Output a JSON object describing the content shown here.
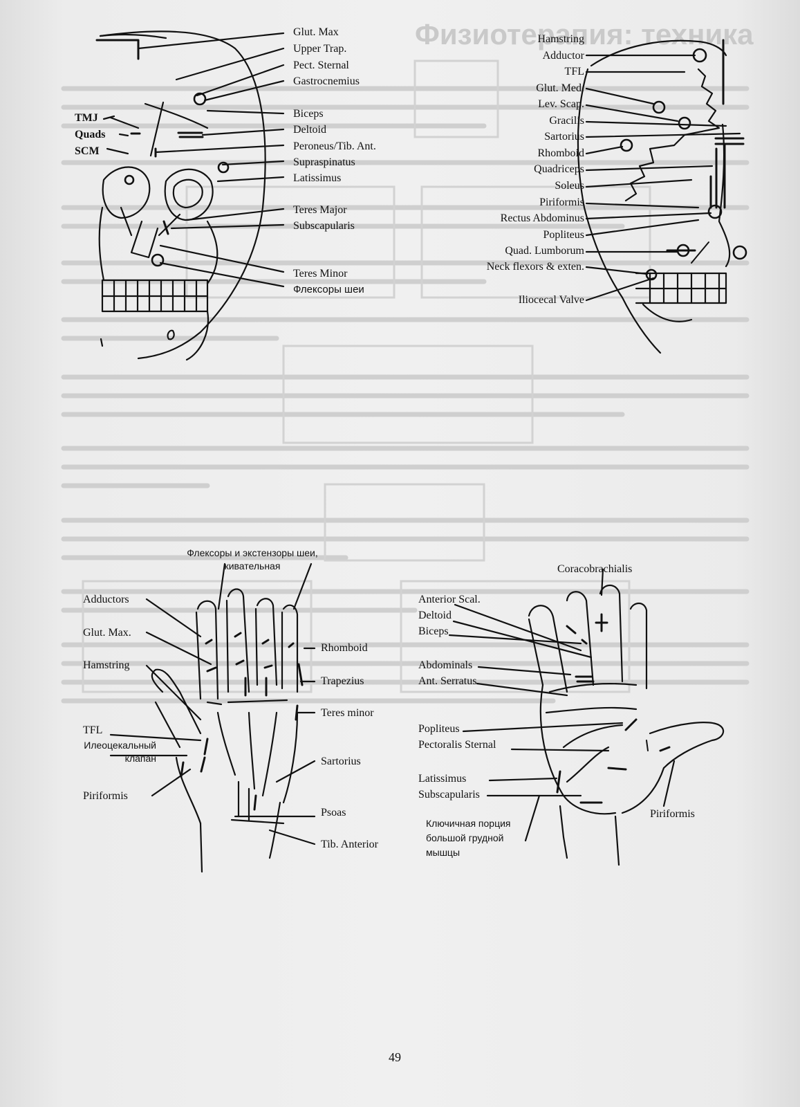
{
  "ghost_title": "Физиотерапия: техника",
  "skull_front": {
    "labels_right": [
      "Glut. Max",
      "Upper Trap.",
      "Pect. Sternal",
      "Gastrocnemius",
      "Biceps",
      "Deltoid",
      "Peroneus/Tib. Ant.",
      "Supraspinatus",
      "Latissimus",
      "Teres Major",
      "Subscapularis",
      "Teres Minor",
      "Флексоры шеи"
    ],
    "labels_left": [
      "TMJ",
      "Quads",
      "SCM"
    ]
  },
  "skull_side": {
    "labels": [
      "Hamstring",
      "Adductor",
      "TFL",
      "Glut. Med.",
      "Lev. Scap.",
      "Gracilis",
      "Sartorius",
      "Rhomboid",
      "Quadriceps",
      "Soleus",
      "Piriformis",
      "Rectus Abdominus",
      "Popliteus",
      "Quad. Lumborum",
      "Neck flexors & exten.",
      "Iliocecal Valve"
    ]
  },
  "hand_back": {
    "top_caption": "Флексоры и экстензоры шеи, кивательная",
    "labels_left": [
      "Adductors",
      "Glut. Max.",
      "Hamstring",
      "TFL",
      "Илеоцекальный клапан",
      "Piriformis"
    ],
    "labels_right": [
      "Rhomboid",
      "Trapezius",
      "Teres minor",
      "Sartorius",
      "Psoas",
      "Tib. Anterior"
    ]
  },
  "hand_palm": {
    "top_label": "Coracobrachialis",
    "labels_left": [
      "Anterior Scal.",
      "Deltoid",
      "Biceps",
      "Abdominals",
      "Ant. Serratus",
      "Popliteus",
      "Pectoralis Sternal",
      "Latissimus",
      "Subscapularis",
      "Ключичная порция большой грудной мышцы"
    ],
    "label_right": "Piriformis"
  },
  "page_number": "49"
}
